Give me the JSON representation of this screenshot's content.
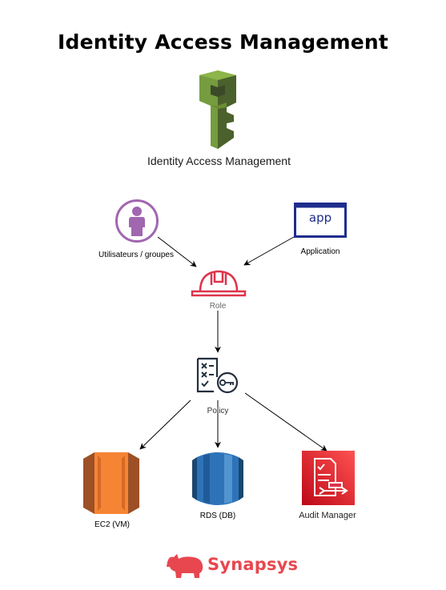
{
  "title": "Identity Access Management",
  "nodes": {
    "iam": {
      "label": "Identity Access Management",
      "icon": "aws-iam-key-icon",
      "color": "#759C3E"
    },
    "users": {
      "label": "Utilisateurs / groupes",
      "icon": "user-icon",
      "color": "#A166B0"
    },
    "application": {
      "label": "Application",
      "icon_text": "app",
      "icon": "app-window-icon",
      "color": "#1F2D8C"
    },
    "role": {
      "label": "Role",
      "icon": "hard-hat-icon",
      "color": "#DD344C"
    },
    "policy": {
      "label": "Policy",
      "icon": "policy-checklist-key-icon",
      "color": "#232F3E"
    },
    "ec2": {
      "label": "EC2 (VM)",
      "icon": "aws-ec2-icon",
      "color": "#F58534"
    },
    "rds": {
      "label": "RDS (DB)",
      "icon": "aws-rds-icon",
      "color": "#2E73B8"
    },
    "audit": {
      "label": "Audit Manager",
      "icon": "aws-audit-manager-icon",
      "color": "#DD344C"
    }
  },
  "edges": [
    {
      "from": "users",
      "to": "role"
    },
    {
      "from": "application",
      "to": "role"
    },
    {
      "from": "role",
      "to": "policy"
    },
    {
      "from": "policy",
      "to": "ec2"
    },
    {
      "from": "policy",
      "to": "rds"
    },
    {
      "from": "policy",
      "to": "audit"
    }
  ],
  "brand": {
    "name": "Synapsys",
    "icon": "rhino-logo-icon",
    "color": "#E8474F"
  }
}
